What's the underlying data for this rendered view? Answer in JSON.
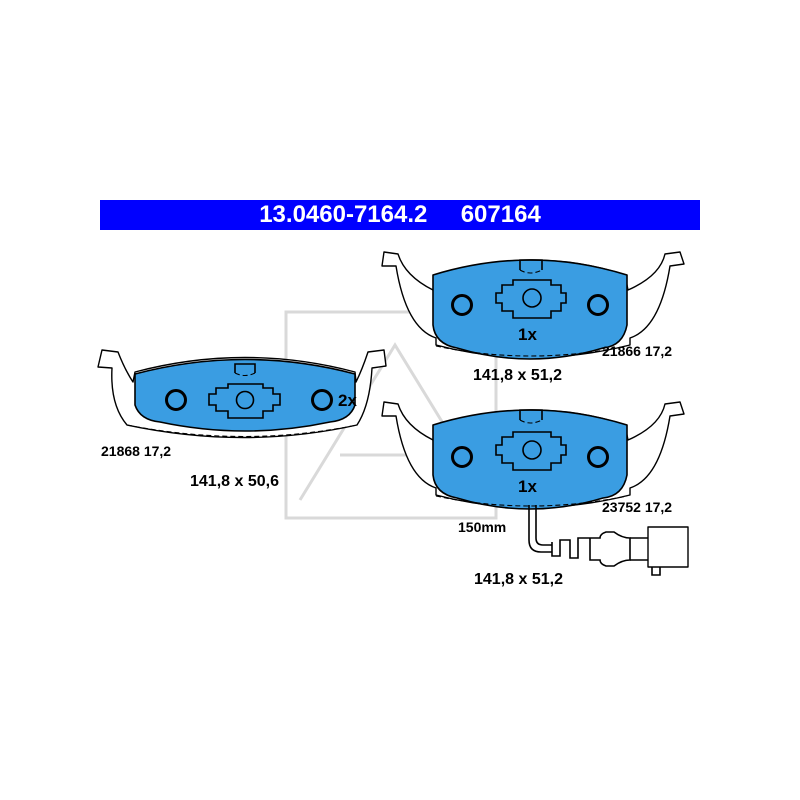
{
  "header": {
    "part_number": "13.0460-7164.2",
    "article_number": "607164",
    "bg_color": "#0000ff",
    "text_color": "#ffffff"
  },
  "colors": {
    "pad_fill": "#3a9de2",
    "outline": "#000000",
    "watermark": "#d9d9d9"
  },
  "pads": [
    {
      "id": "top-right",
      "quantity": "1x",
      "code_thickness": "21866 17,2",
      "dimensions": "141,8 x 51,2"
    },
    {
      "id": "left",
      "quantity": "2x",
      "code_thickness": "21868 17,2",
      "dimensions": "141,8 x 50,6"
    },
    {
      "id": "bottom-right",
      "quantity": "1x",
      "code_thickness": "23752 17,2",
      "dimensions": "141,8 x 51,2",
      "wear_sensor_length": "150mm"
    }
  ],
  "watermark_icon": "ate-logo-watermark"
}
